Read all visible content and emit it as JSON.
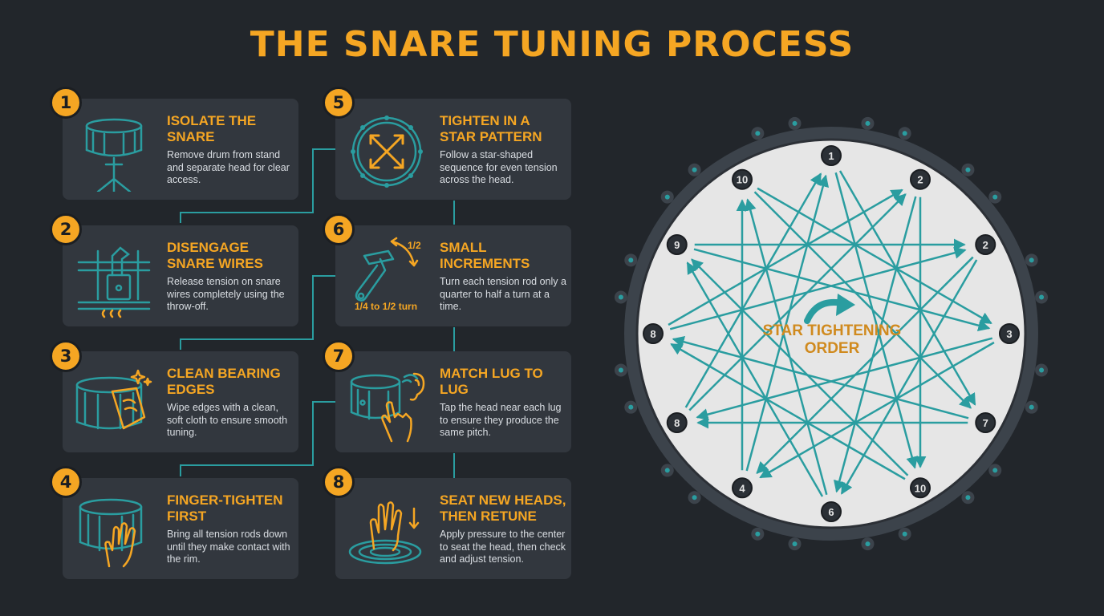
{
  "title": "THE SNARE TUNING PROCESS",
  "colors": {
    "background": "#22262b",
    "card": "#32373e",
    "accent": "#f5a623",
    "teal": "#2a9da0",
    "drumhead": "#e6e6e6"
  },
  "steps": [
    {
      "number": "1",
      "title": "ISOLATE THE SNARE",
      "description": "Remove drum from stand and separate head for clear access.",
      "icon": "snare-on-stand-icon"
    },
    {
      "number": "2",
      "title": "DISENGAGE SNARE WIRES",
      "description": "Release tension on snare wires completely using the throw-off.",
      "icon": "throw-off-lever-icon"
    },
    {
      "number": "3",
      "title": "CLEAN BEARING EDGES",
      "description": "Wipe edges with a clean, soft cloth to ensure smooth tuning.",
      "icon": "cloth-wipe-icon"
    },
    {
      "number": "4",
      "title": "FINGER-TIGHTEN FIRST",
      "description": "Bring all tension rods down until they make contact with the rim.",
      "icon": "hand-on-drum-icon"
    },
    {
      "number": "5",
      "title": "TIGHTEN IN A STAR PATTERN",
      "description": "Follow a star-shaped sequence for even tension across the head.",
      "icon": "star-arrows-icon"
    },
    {
      "number": "6",
      "title": "SMALL INCREMENTS",
      "description": "Turn each tension rod only a quarter to half a turn at a time.",
      "icon": "drum-key-icon",
      "notes": {
        "half": "1/2",
        "range": "1/4 to 1/2 turn"
      }
    },
    {
      "number": "7",
      "title": "MATCH LUG TO LUG",
      "description": "Tap the head near each lug to ensure they produce the same pitch.",
      "icon": "tap-and-listen-icon"
    },
    {
      "number": "8",
      "title": "SEAT NEW HEADS, THEN RETUNE",
      "description": "Apply pressure to the center to seat the head, then check and adjust tension.",
      "icon": "press-center-icon"
    }
  ],
  "drum": {
    "center_label": "STAR TIGHTENING ORDER",
    "lugs": [
      "1",
      "2",
      "2",
      "3",
      "7",
      "10",
      "6",
      "4",
      "8",
      "8",
      "9",
      "10"
    ]
  }
}
